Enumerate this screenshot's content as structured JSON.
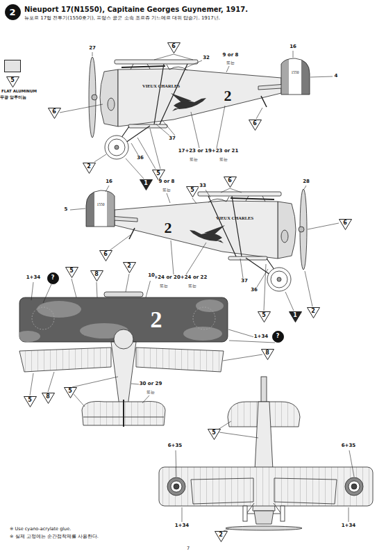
{
  "diagram": {
    "title": "Nieuport 17(N1550), Capitaine Georges Guynemer, 1917.",
    "nodes": [
      {
        "text": [
          "2"
        ]
      },
      {
        "text": [
          "6"
        ]
      },
      {
        "text": [
          "5"
        ]
      },
      {
        "text": [
          "6"
        ]
      },
      {
        "text": [
          "6"
        ]
      },
      {
        "text": [
          "2"
        ]
      },
      {
        "text": [
          "5"
        ]
      },
      {
        "text": [
          "1"
        ]
      },
      {
        "text": [
          "6"
        ]
      },
      {
        "text": [
          "5"
        ]
      },
      {
        "text": [
          "6"
        ]
      },
      {
        "text": [
          "6"
        ]
      },
      {
        "text": [
          "2"
        ]
      },
      {
        "text": [
          "?"
        ]
      },
      {
        "text": [
          "5"
        ]
      },
      {
        "text": [
          "8"
        ]
      },
      {
        "text": [
          "5"
        ]
      },
      {
        "text": [
          "1"
        ]
      },
      {
        "text": [
          "2"
        ]
      },
      {
        "text": [
          "?"
        ]
      },
      {
        "text": [
          "8"
        ]
      },
      {
        "text": [
          "5"
        ]
      },
      {
        "text": [
          "8"
        ]
      },
      {
        "text": [
          "5"
        ]
      },
      {
        "text": [
          "5"
        ]
      },
      {
        "text": [
          "2"
        ]
      }
    ],
    "labels": [
      "뉴포르 17형 전투기(1550호기), 프랑스 공군 소속 조르쥬 기느메르 대위 탑승기. 1917년.",
      "무광 알루미늄",
      "27",
      "32",
      "9 or 8",
      "또는",
      "16",
      "1550",
      "4",
      "VIEUX CHARLES",
      "2",
      "37",
      "36",
      "17+23 or 19+23 or 21",
      "또는",
      "또는",
      "16",
      "9 or 8",
      "또는",
      "33",
      "28",
      "5",
      "1550",
      "2",
      "VIEUX CHARLES",
      "18+24 or 20+24 or 22",
      "또는",
      "또는",
      "37",
      "36",
      "1+34",
      "10",
      "2",
      "1+34",
      "30 or 29",
      "또는",
      "6+35",
      "6+35",
      "1+34",
      "1+34",
      "※ Use cyano-acrylate glue.",
      "※ 실제 고정에는 순간접착제를 사용한다.",
      "7"
    ],
    "legend": [
      {
        "text": "FLAT ALUMINUM",
        "color": "#e4e4e4"
      }
    ]
  }
}
